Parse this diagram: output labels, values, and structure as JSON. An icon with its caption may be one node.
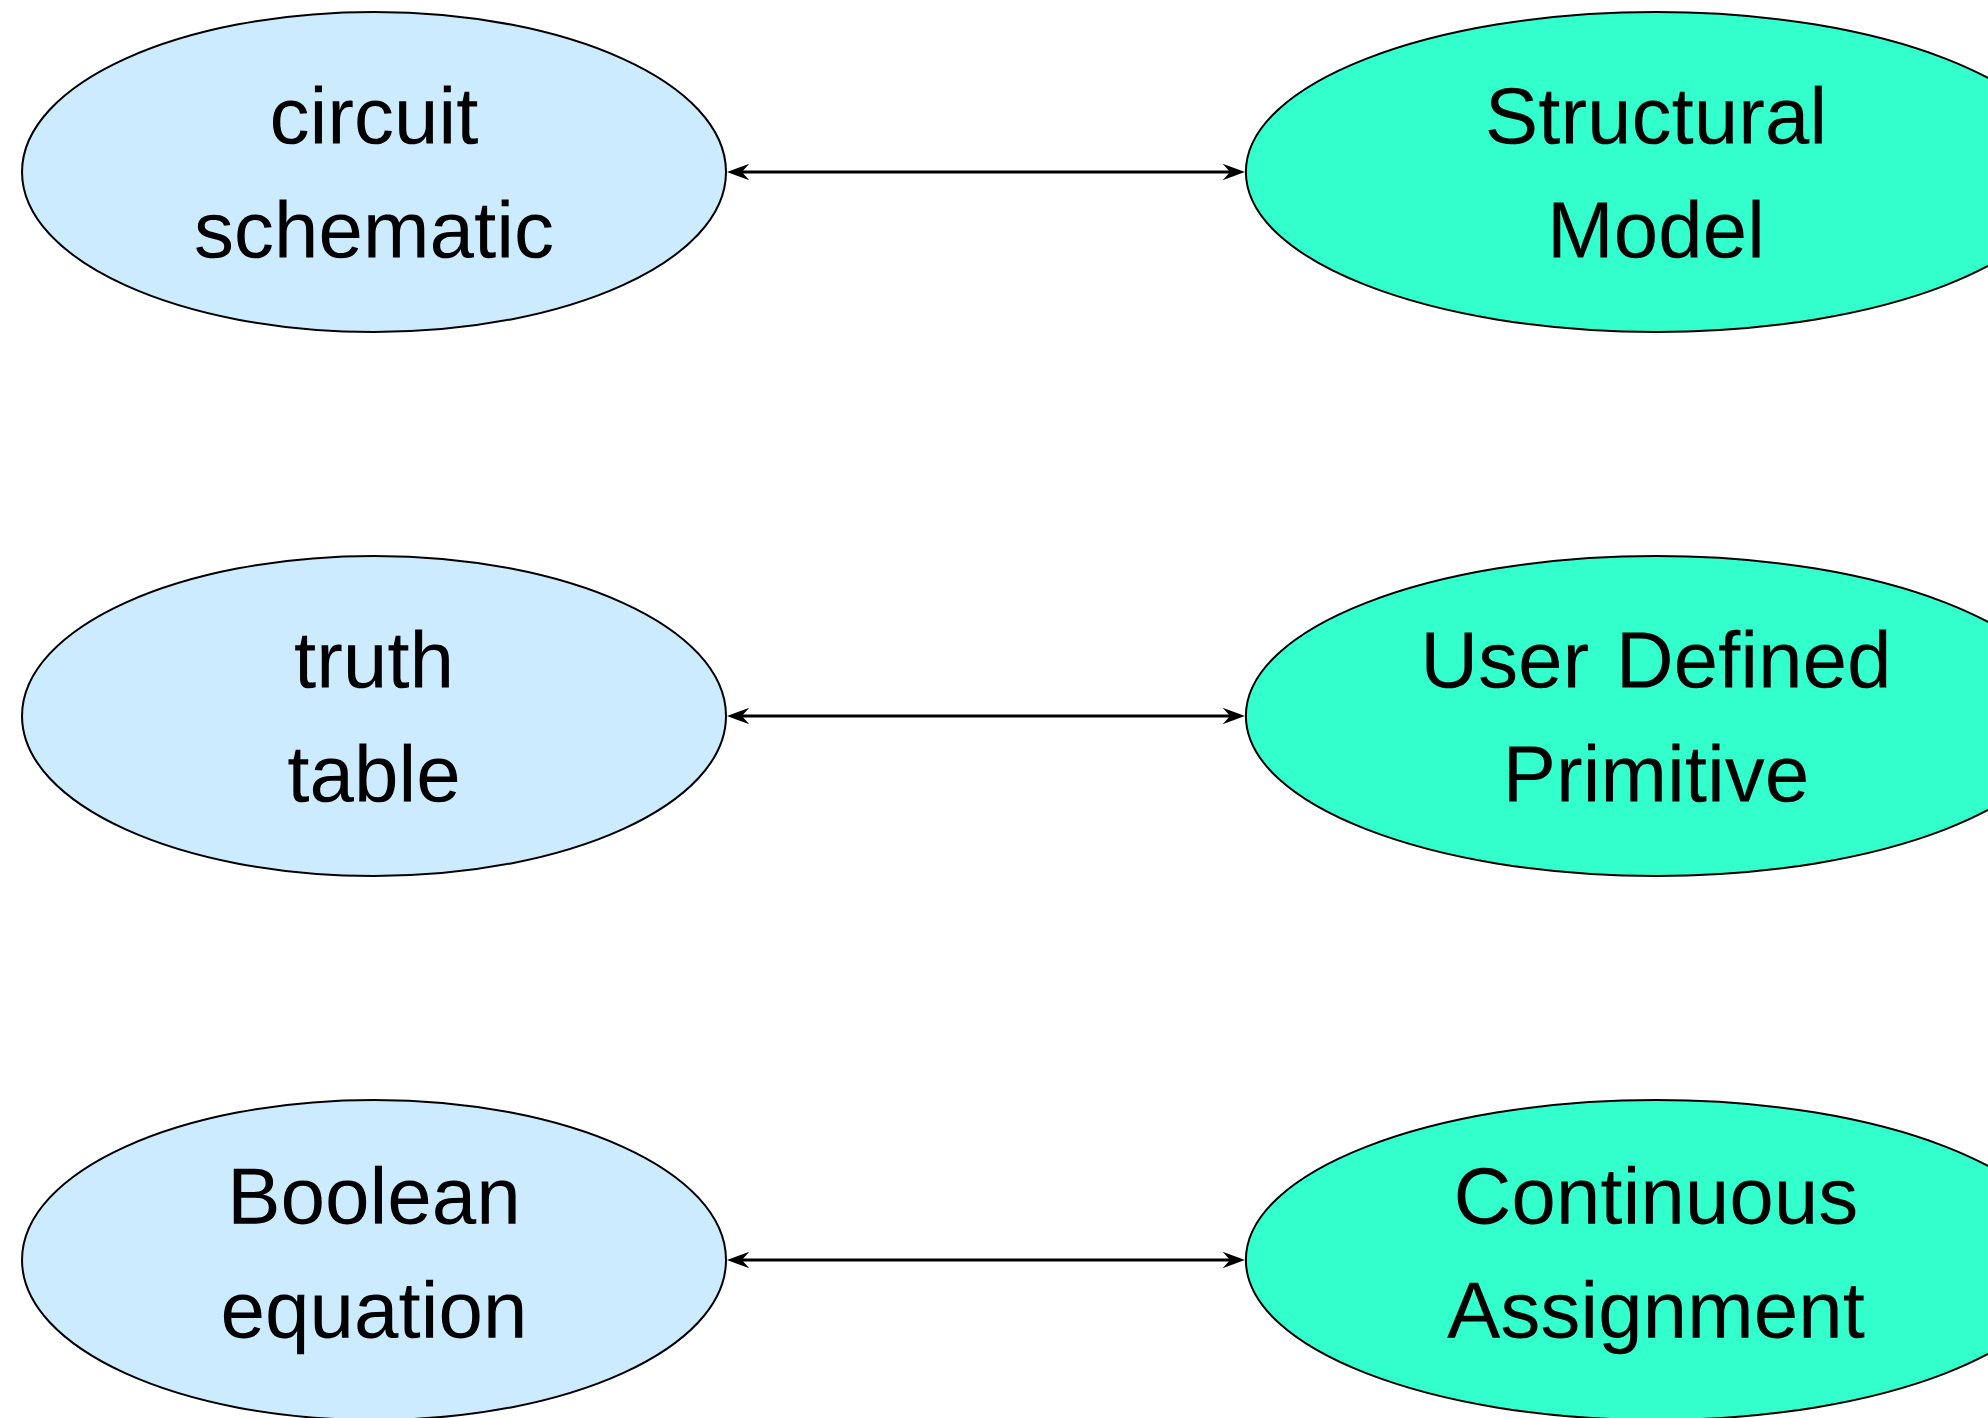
{
  "diagram": {
    "nodes": [
      {
        "text": [
          "circuit schematic"
        ]
      },
      {
        "text": [
          "Structural Model"
        ]
      },
      {
        "text": [
          "truth table"
        ]
      },
      {
        "text": [
          "User Defined Primitive"
        ]
      },
      {
        "text": [
          "Boolean equation"
        ]
      },
      {
        "text": [
          "Continuous Assignment"
        ]
      }
    ],
    "edges": [
      {
        "from": 0,
        "to": 1,
        "arrow": "both"
      },
      {
        "from": 2,
        "to": 3,
        "arrow": "both"
      },
      {
        "from": 4,
        "to": 5,
        "arrow": "both"
      }
    ]
  }
}
